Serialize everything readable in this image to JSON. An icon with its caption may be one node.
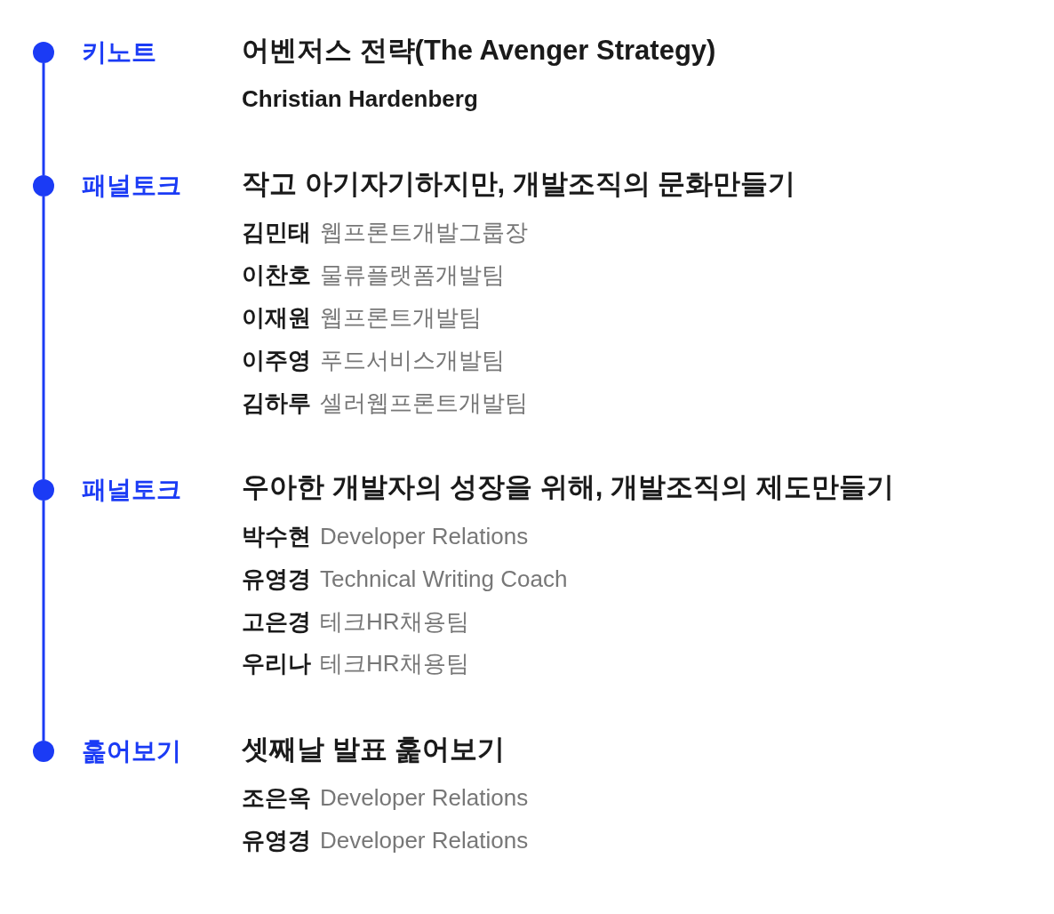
{
  "diagram": {
    "nodes": [
      {
        "text": [],
        "shape": "circle",
        "beside": [
          "키노트"
        ]
      },
      {
        "text": [],
        "shape": "circle",
        "beside": [
          "패널토크"
        ]
      },
      {
        "text": [],
        "shape": "circle",
        "beside": [
          "패널토크"
        ]
      },
      {
        "text": [],
        "shape": "circle",
        "beside": [
          "훑어보기"
        ]
      }
    ],
    "edges": [
      {
        "from": 0,
        "to": 1,
        "arrow": "none"
      },
      {
        "from": 1,
        "to": 2,
        "arrow": "none"
      },
      {
        "from": 2,
        "to": 3,
        "arrow": "none"
      }
    ],
    "labels": [
      "어벤저스 전략(The Avenger Strategy)",
      "Christian Hardenberg",
      "작고 아기자기하지만, 개발조직의 문화만들기",
      "김민태",
      "웹프론트개발그룹장",
      "이찬호",
      "물류플랫폼개발팀",
      "이재원",
      "웹프론트개발팀",
      "이주영",
      "푸드서비스개발팀",
      "김하루",
      "셀러웹프론트개발팀",
      "우아한 개발자의 성장을 위해, 개발조직의 제도만들기",
      "박수현",
      "Developer Relations",
      "유영경",
      "Technical Writing Coach",
      "고은경",
      "테크HR채용팀",
      "우리나",
      "테크HR채용팀",
      "셋째날 발표 훑어보기",
      "조은옥",
      "Developer Relations",
      "유영경",
      "Developer Relations"
    ]
  }
}
